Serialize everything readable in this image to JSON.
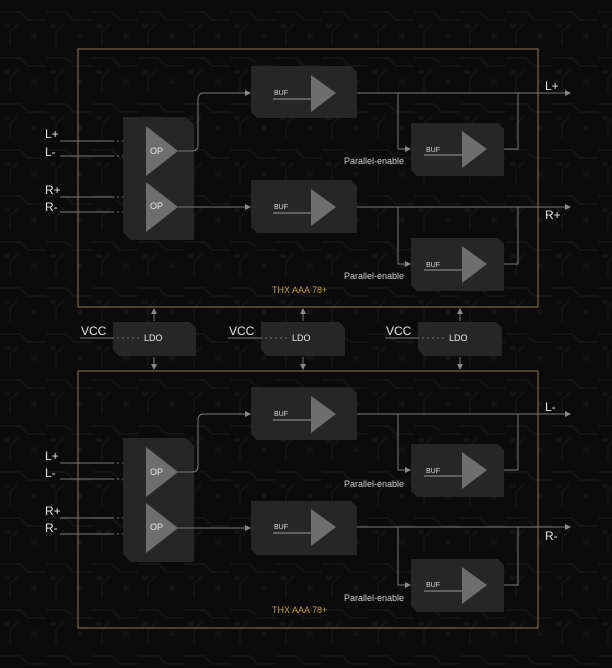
{
  "colors": {
    "background": "#0b0b0b",
    "frame": "#8a7a52",
    "block": "#262626",
    "triangle": "#6e6e6e",
    "wire": "#7a7a7a",
    "title": "#c89a4a",
    "text": "#e6e6e6"
  },
  "diagram": {
    "top_module": {
      "title": "THX AAA 78+",
      "inputs": [
        "L+",
        "L-",
        "R+",
        "R-"
      ],
      "outputs": [
        "L+",
        "R+"
      ],
      "op_labels": [
        "OP",
        "OP"
      ],
      "buf_labels": [
        "BUF",
        "BUF",
        "BUF",
        "BUF"
      ],
      "parallel_labels": [
        "Parallel-enable",
        "Parallel-enable"
      ]
    },
    "bottom_module": {
      "title": "THX AAA 78+",
      "inputs": [
        "L+",
        "L-",
        "R+",
        "R-"
      ],
      "outputs": [
        "L-",
        "R-"
      ],
      "op_labels": [
        "OP",
        "OP"
      ],
      "buf_labels": [
        "BUF",
        "BUF",
        "BUF",
        "BUF"
      ],
      "parallel_labels": [
        "Parallel-enable",
        "Parallel-enable"
      ]
    },
    "power": [
      {
        "vcc": "VCC",
        "ldo": "LDO"
      },
      {
        "vcc": "VCC",
        "ldo": "LDO"
      },
      {
        "vcc": "VCC",
        "ldo": "LDO"
      }
    ]
  }
}
